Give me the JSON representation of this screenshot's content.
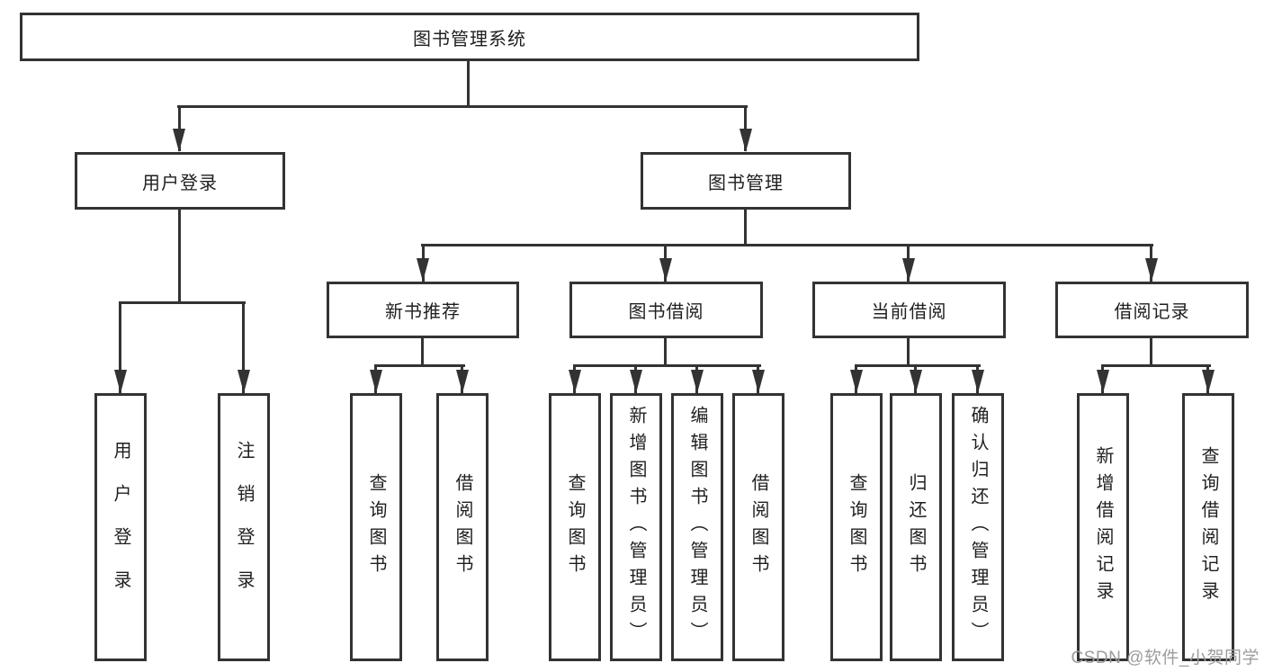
{
  "diagram": {
    "root": {
      "label": "图书管理系统"
    },
    "level2": [
      {
        "label": "用户登录"
      },
      {
        "label": "图书管理"
      }
    ],
    "level3": [
      {
        "label": "新书推荐"
      },
      {
        "label": "图书借阅"
      },
      {
        "label": "当前借阅"
      },
      {
        "label": "借阅记录"
      }
    ],
    "leaves": [
      {
        "label": "用户登录"
      },
      {
        "label": "注销登录"
      },
      {
        "label": "查询图书"
      },
      {
        "label": "借阅图书"
      },
      {
        "label": "查询图书"
      },
      {
        "label": "新增图书（管理员）"
      },
      {
        "label": "编辑图书（管理员）"
      },
      {
        "label": "借阅图书"
      },
      {
        "label": "查询图书"
      },
      {
        "label": "归还图书"
      },
      {
        "label": "确认归还（管理员）"
      },
      {
        "label": "新增借阅记录"
      },
      {
        "label": "查询借阅记录"
      }
    ]
  },
  "watermark": {
    "text": "CSDN @软件_小贺同学"
  },
  "colors": {
    "line": "#333333",
    "box_border": "#333333",
    "box_background": "#ffffff",
    "text": "#1f1f1f",
    "watermark": "#9c9c9c"
  }
}
